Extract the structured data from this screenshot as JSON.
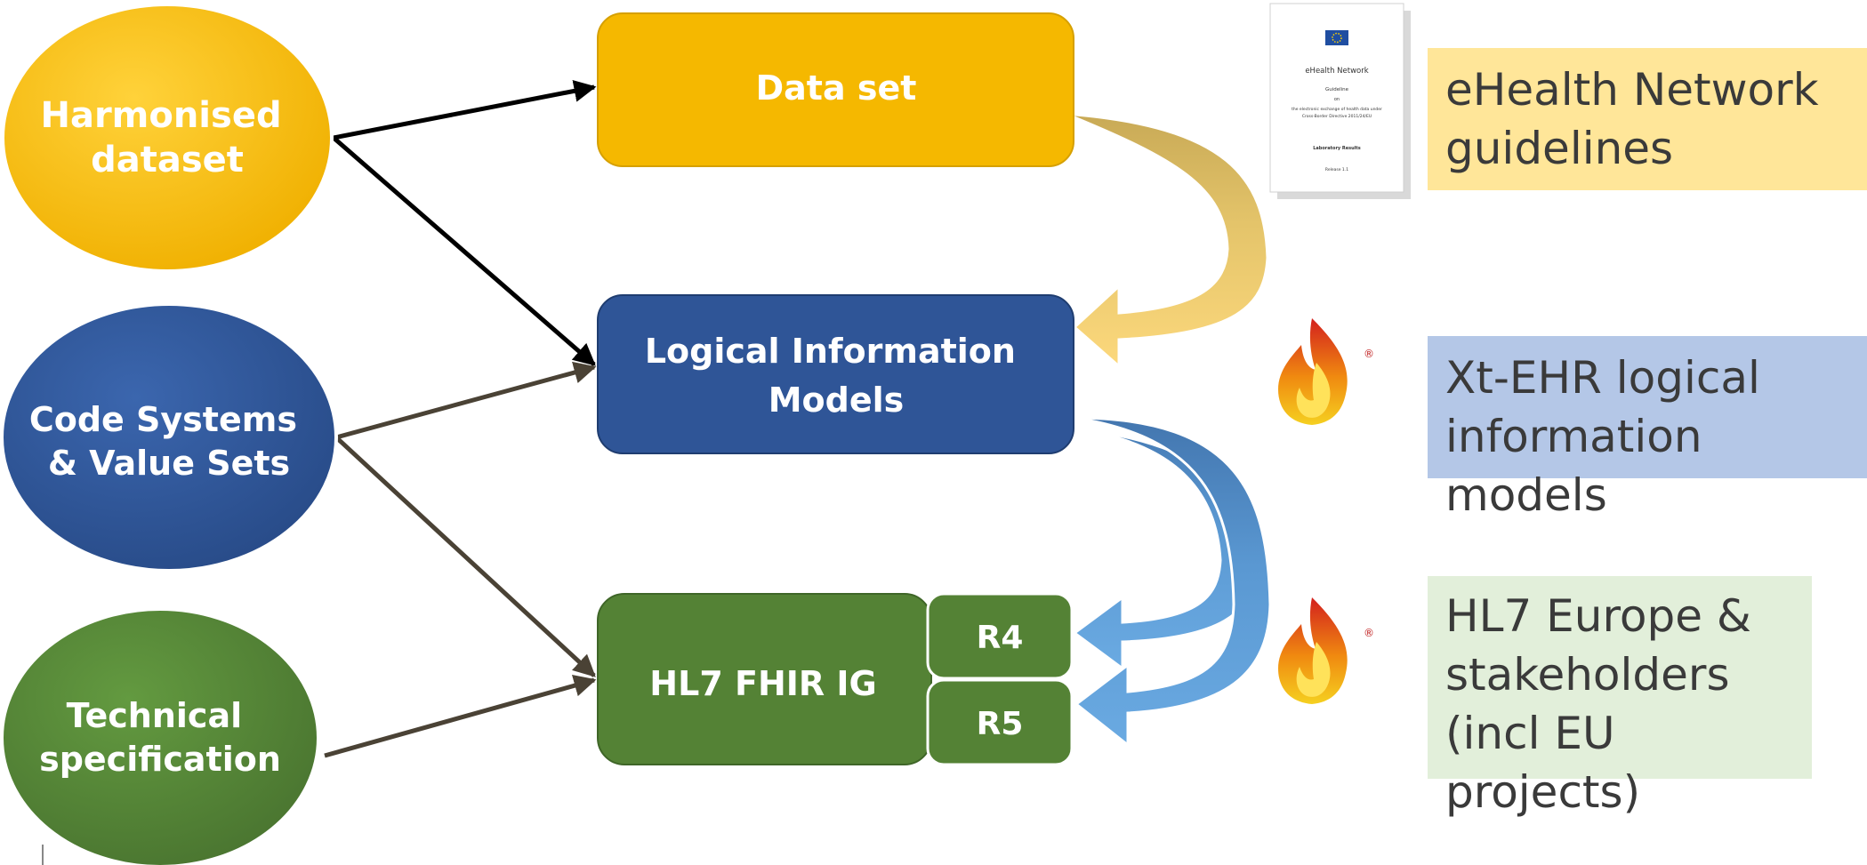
{
  "sources": {
    "harmonised": "Harmonised dataset",
    "codesystems": "Code Systems & Value Sets",
    "technical": "Technical specification"
  },
  "targets": {
    "dataset": "Data set",
    "logical": "Logical Information Models",
    "fhir": "HL7 FHIR IG",
    "r4": "R4",
    "r5": "R5"
  },
  "document": {
    "title": "eHealth Network",
    "subtitle": "Guideline",
    "on": "on",
    "desc1": "the electronic exchange of health data under",
    "desc2": "Cross-Border Directive 2011/24/EU",
    "topic": "Laboratory Results",
    "release": "Release 1.1"
  },
  "side_labels": {
    "ehealth": "eHealth Network guidelines",
    "xtehr": "Xt-EHR logical information models",
    "hl7": "HL7 Europe & stakeholders (incl EU projects)"
  },
  "colors": {
    "yellow": "#F5B800",
    "navy": "#2F5597",
    "green": "#548235",
    "tan_arrow": "#C9A850",
    "blue_arrow": "#5B9BD5",
    "box_yellow": "#FFE699",
    "box_blue": "#B4C7E7",
    "box_green": "#E2EFDA"
  }
}
